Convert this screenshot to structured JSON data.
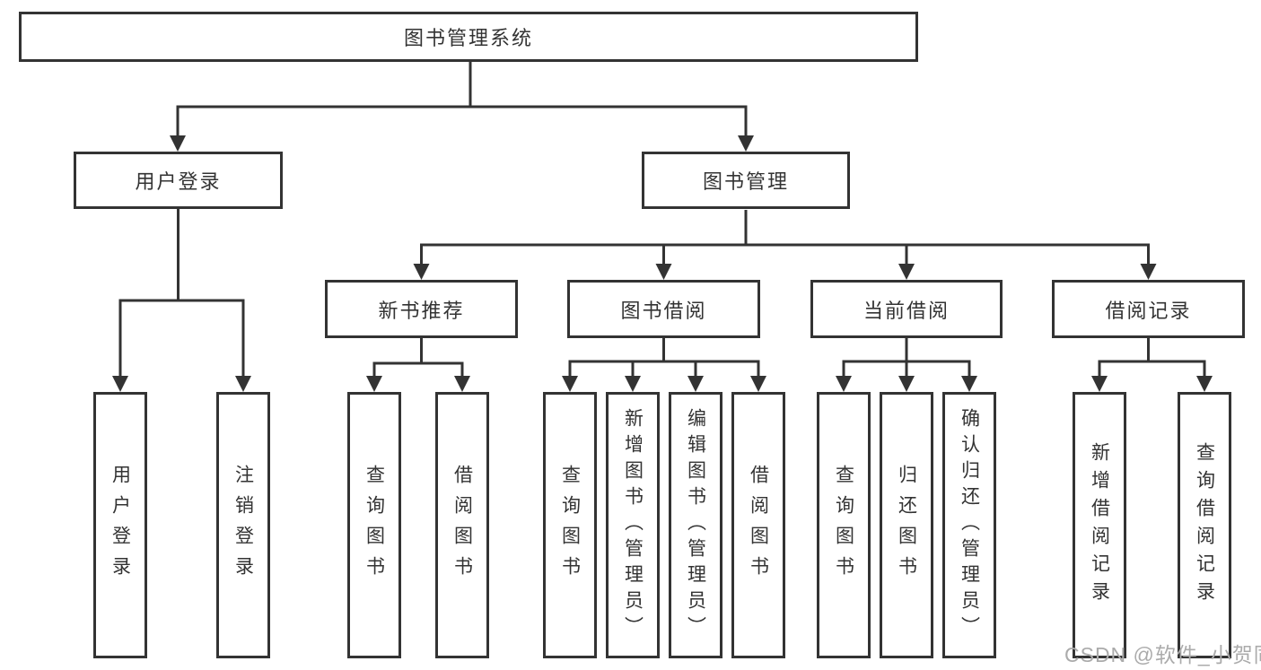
{
  "colors": {
    "line": "#333333",
    "text": "#333333",
    "background": "#ffffff",
    "watermark": "#ababab"
  },
  "tree": {
    "root": {
      "label": "图书管理系统"
    },
    "branches": [
      {
        "label": "用户登录",
        "children": [
          {
            "label": "用户登录"
          },
          {
            "label": "注销登录"
          }
        ]
      },
      {
        "label": "图书管理",
        "children": [
          {
            "label": "新书推荐",
            "children": [
              {
                "label": "查询图书"
              },
              {
                "label": "借阅图书"
              }
            ]
          },
          {
            "label": "图书借阅",
            "children": [
              {
                "label": "查询图书"
              },
              {
                "label": "新增图书（管理员）"
              },
              {
                "label": "编辑图书（管理员）"
              },
              {
                "label": "借阅图书"
              }
            ]
          },
          {
            "label": "当前借阅",
            "children": [
              {
                "label": "查询图书"
              },
              {
                "label": "归还图书"
              },
              {
                "label": "确认归还（管理员）"
              }
            ]
          },
          {
            "label": "借阅记录",
            "children": [
              {
                "label": "新增借阅记录"
              },
              {
                "label": "查询借阅记录"
              }
            ]
          }
        ]
      }
    ]
  },
  "watermark": "CSDN @软件_小贺同学"
}
